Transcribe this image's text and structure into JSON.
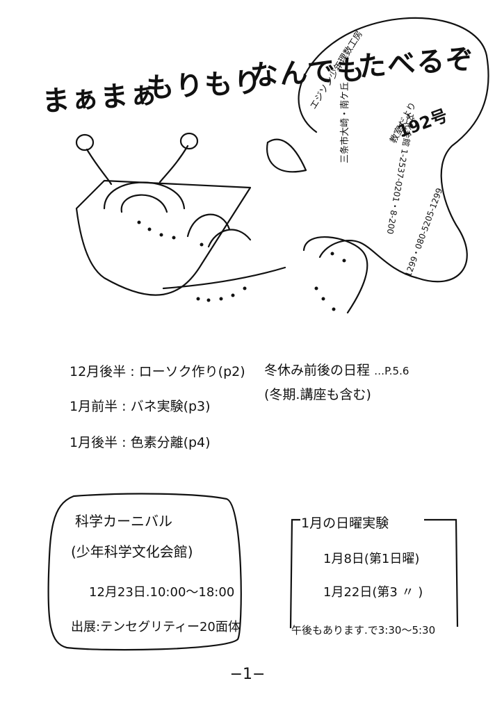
{
  "title_parts": [
    "まぁまぁ",
    "もりもり",
    "なんでも",
    "たべるぞ"
  ],
  "bubble": {
    "org": "エジソン少年理数工房",
    "addr": "三条市大崎・南ケ丘",
    "issue_label": "教室だより",
    "issue_no": "192号",
    "contact1": "文化会館 1-2537-0201・8-200",
    "contact2": "1299・080-5205-1299"
  },
  "schedule": [
    {
      "term": "12月後半",
      "item": "ローソク作り(p2)"
    },
    {
      "term": "1月前半",
      "item": "バネ実験(p3)"
    },
    {
      "term": "1月後半",
      "item": "色素分離(p4)"
    }
  ],
  "winter": {
    "line1": "冬休み前後の日程",
    "pages": "…P.5.6",
    "line2": "(冬期.講座も含む)"
  },
  "carnival": {
    "name": "科学カーニバル",
    "venue": "(少年科学文化会館)",
    "date": "12月23日.10:00〜18:00",
    "exhibit": "出展:テンセグリティー20面体"
  },
  "sunday": {
    "heading": "1月の日曜実験",
    "day1": "1月8日(第1日曜)",
    "day2": "1月22日(第3 〃 )",
    "note": "午後もあります.で3:30〜5:30"
  },
  "page_number": "−1−"
}
